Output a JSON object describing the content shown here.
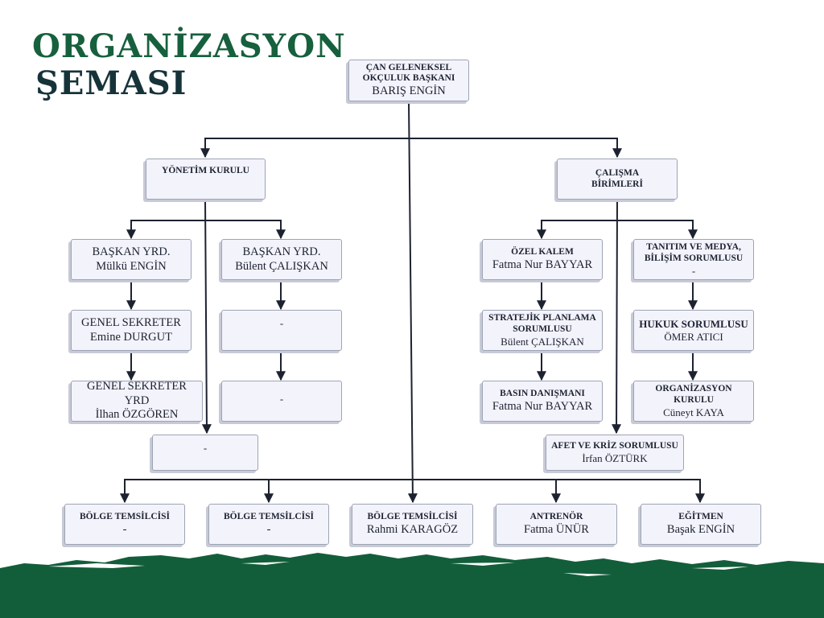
{
  "title": {
    "line1": "ORGANİZASYON",
    "line2": "ŞEMASI"
  },
  "nodes": {
    "president": {
      "role_line1": "ÇAN GELENEKSEL",
      "role_line2": "OKÇULUK BAŞKANI",
      "name": "BARIŞ ENGİN"
    },
    "board": {
      "role": "YÖNETİM KURULU"
    },
    "units": {
      "role_line1": "ÇALIŞMA",
      "role_line2": "BİRİMLERİ"
    },
    "vp1": {
      "role": "BAŞKAN YRD.",
      "name": "Mülkü ENGİN"
    },
    "vp2": {
      "role": "BAŞKAN YRD.",
      "name": "Bülent ÇALIŞKAN"
    },
    "gen_sec": {
      "role": "GENEL SEKRETER",
      "name": "Emine DURGUT"
    },
    "vp2_sub1": {
      "text": "-"
    },
    "gen_sec_yrd": {
      "role": "GENEL SEKRETER YRD",
      "name": "İlhan ÖZGÖREN"
    },
    "vp2_sub2": {
      "text": "-"
    },
    "board_extra": {
      "text": "-"
    },
    "private_office": {
      "role": "ÖZEL KALEM",
      "name": "Fatma Nur BAYYAR"
    },
    "media": {
      "role_line1": "TANITIM VE MEDYA,",
      "role_line2": "BİLİŞİM SORUMLUSU",
      "name": "-"
    },
    "strategy": {
      "role_line1": "STRATEJİK PLANLAMA",
      "role_line2": "SORUMLUSU",
      "name": "Bülent ÇALIŞKAN"
    },
    "legal": {
      "role": "HUKUK SORUMLUSU",
      "name": "ÖMER ATICI"
    },
    "press": {
      "role": "BASIN DANIŞMANI",
      "name": "Fatma Nur BAYYAR"
    },
    "organization": {
      "role_line1": "ORGANİZASYON",
      "role_line2": "KURULU",
      "name": "Cüneyt KAYA"
    },
    "crisis": {
      "role": "AFET VE KRİZ SORUMLUSU",
      "name": "İrfan ÖZTÜRK"
    },
    "rep1": {
      "role": "BÖLGE TEMSİLCİSİ",
      "name": "-"
    },
    "rep2": {
      "role": "BÖLGE TEMSİLCİSİ",
      "name": "-"
    },
    "rep3": {
      "role": "BÖLGE TEMSİLCİSİ",
      "name": "Rahmi KARAGÖZ"
    },
    "coach": {
      "role": "ANTRENÖR",
      "name": "Fatma ÜNÜR"
    },
    "trainer": {
      "role": "EĞİTMEN",
      "name": "Başak ENGİN"
    }
  },
  "colors": {
    "title_green": "#17603e",
    "title_dark": "#17333a",
    "box_fill": "#f3f3fc",
    "box_border": "#9ea4b4",
    "ground": "#135e3a"
  }
}
